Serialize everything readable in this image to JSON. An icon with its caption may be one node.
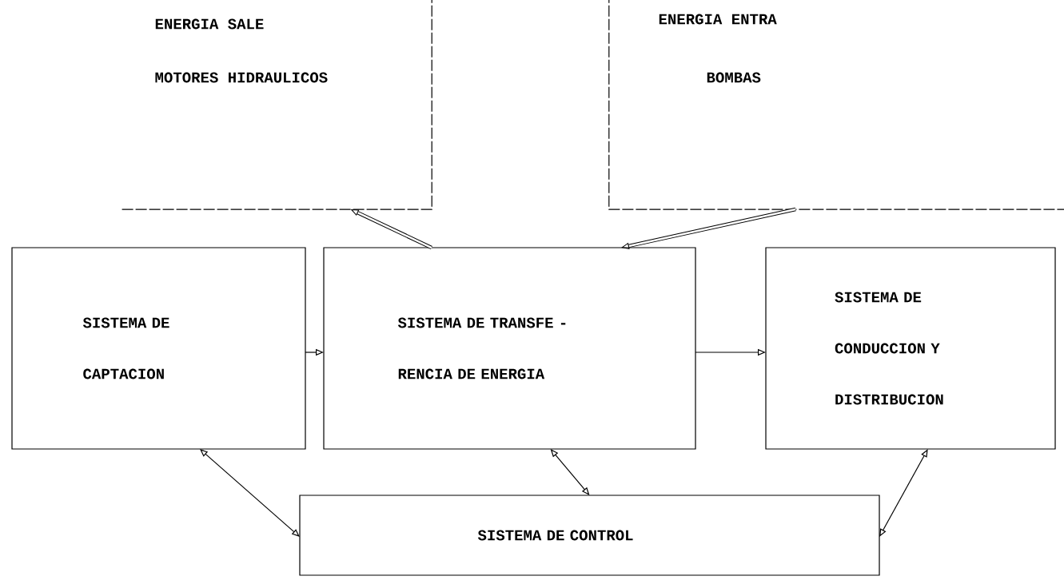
{
  "diagram": {
    "nodes": [
      {
        "text": [
          "ENERGIA SALE",
          "MOTORES HIDRAULICOS"
        ]
      },
      {
        "text": [
          "ENERGIA ENTRA",
          "BOMBAS"
        ]
      },
      {
        "text": [
          "SISTEMA DE CAPTACION"
        ]
      },
      {
        "text": [
          "SISTEMA DE TRANSFE - RENCIA DE ENERGIA"
        ]
      },
      {
        "text": [
          "SISTEMA DE CONDUCCION Y DISTRIBUCION"
        ]
      },
      {
        "text": [
          "SISTEMA DE CONTROL"
        ]
      }
    ],
    "edges": [
      {
        "from": 3,
        "to": 0,
        "arrow": "to",
        "style": "thick"
      },
      {
        "from": 1,
        "to": 3,
        "arrow": "to",
        "style": "thick"
      },
      {
        "from": 2,
        "to": 3,
        "arrow": "to"
      },
      {
        "from": 3,
        "to": 4,
        "arrow": "to"
      },
      {
        "from": 3,
        "to": 5,
        "arrow": "both"
      },
      {
        "from": 2,
        "to": 5,
        "arrow": "both"
      },
      {
        "from": 4,
        "to": 5,
        "arrow": "both"
      }
    ]
  }
}
